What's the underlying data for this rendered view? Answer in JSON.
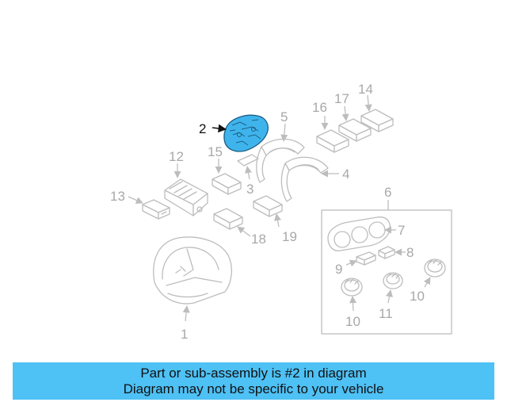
{
  "colors": {
    "highlight": "#3fb4ec",
    "highlight_stroke": "#1d5f86",
    "banner_bg": "#4ec1f5",
    "line_gray": "#bdbdbd",
    "label_gray": "#a8a8a8"
  },
  "diagram": {
    "highlighted_part": "2",
    "callouts": {
      "c1": "1",
      "c2": "2",
      "c3": "3",
      "c4": "4",
      "c5": "5",
      "c6": "6",
      "c7": "7",
      "c8": "8",
      "c9": "9",
      "c10a": "10",
      "c10b": "10",
      "c10c": "10",
      "c11": "11",
      "c12": "12",
      "c13": "13",
      "c14": "14",
      "c15": "15",
      "c16": "16",
      "c17": "17",
      "c18": "18",
      "c19": "19"
    }
  },
  "banner": {
    "line1": "Part or sub-assembly is #2 in diagram",
    "line2": "Diagram may not be specific to your vehicle"
  }
}
